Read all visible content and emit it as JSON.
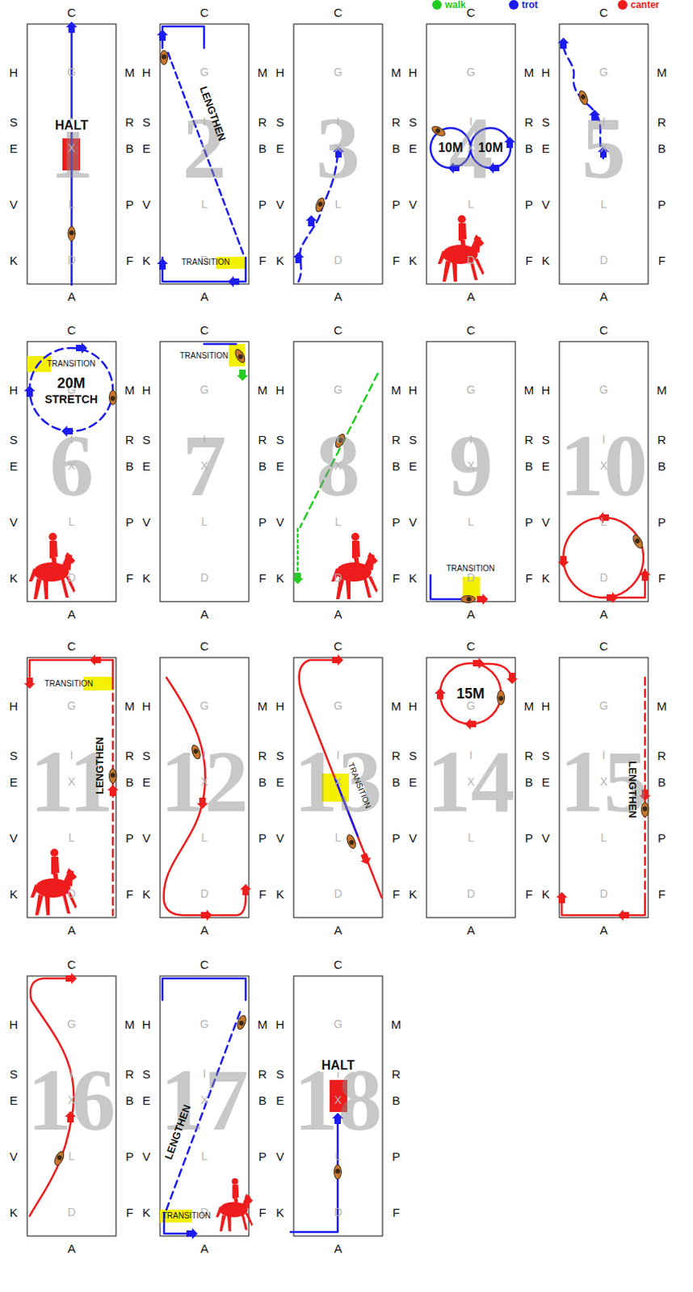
{
  "diagram": {
    "labels": [
      "1",
      "C",
      "A",
      "H",
      "S",
      "E",
      "V",
      "K",
      "M",
      "R",
      "B",
      "P",
      "F",
      "G",
      "I",
      "X",
      "L",
      "D",
      "HALT",
      "2",
      "C",
      "A",
      "H",
      "S",
      "E",
      "V",
      "K",
      "M",
      "R",
      "B",
      "P",
      "F",
      "G",
      "I",
      "X",
      "L",
      "D",
      "LENGTHEN",
      "TRANSITION",
      "3",
      "C",
      "A",
      "H",
      "S",
      "E",
      "V",
      "K",
      "M",
      "R",
      "B",
      "P",
      "F",
      "G",
      "I",
      "X",
      "L",
      "D",
      "4",
      "C",
      "A",
      "H",
      "S",
      "E",
      "V",
      "K",
      "M",
      "R",
      "B",
      "P",
      "F",
      "G",
      "I",
      "X",
      "L",
      "D",
      "10M",
      "10M",
      "5",
      "C",
      "A",
      "H",
      "S",
      "E",
      "V",
      "K",
      "M",
      "R",
      "B",
      "P",
      "F",
      "G",
      "I",
      "X",
      "L",
      "D",
      "6",
      "C",
      "A",
      "H",
      "S",
      "E",
      "V",
      "K",
      "M",
      "R",
      "B",
      "P",
      "F",
      "G",
      "I",
      "X",
      "L",
      "D",
      "TRANSITION",
      "20M",
      "STRETCH",
      "7",
      "C",
      "A",
      "H",
      "S",
      "E",
      "V",
      "K",
      "M",
      "R",
      "B",
      "P",
      "F",
      "G",
      "I",
      "X",
      "L",
      "D",
      "TRANSITION",
      "8",
      "C",
      "A",
      "H",
      "S",
      "E",
      "V",
      "K",
      "M",
      "R",
      "B",
      "P",
      "F",
      "G",
      "I",
      "X",
      "L",
      "D",
      "9",
      "C",
      "A",
      "H",
      "S",
      "E",
      "V",
      "K",
      "M",
      "R",
      "B",
      "P",
      "F",
      "G",
      "I",
      "X",
      "L",
      "D",
      "TRANSITION",
      "10",
      "C",
      "A",
      "H",
      "S",
      "E",
      "V",
      "K",
      "M",
      "R",
      "B",
      "P",
      "F",
      "G",
      "I",
      "X",
      "L",
      "D",
      "11",
      "C",
      "A",
      "H",
      "S",
      "E",
      "V",
      "K",
      "M",
      "R",
      "B",
      "P",
      "F",
      "G",
      "I",
      "X",
      "L",
      "D",
      "TRANSITION",
      "LENGTHEN",
      "12",
      "C",
      "A",
      "H",
      "S",
      "E",
      "V",
      "K",
      "M",
      "R",
      "B",
      "P",
      "F",
      "G",
      "I",
      "X",
      "L",
      "D",
      "13",
      "C",
      "A",
      "H",
      "S",
      "E",
      "V",
      "K",
      "M",
      "R",
      "B",
      "P",
      "F",
      "G",
      "I",
      "X",
      "L",
      "D",
      "TRANSITION",
      "14",
      "C",
      "A",
      "H",
      "S",
      "E",
      "V",
      "K",
      "M",
      "R",
      "B",
      "P",
      "F",
      "G",
      "I",
      "X",
      "L",
      "D",
      "15M",
      "15",
      "C",
      "A",
      "H",
      "S",
      "E",
      "V",
      "K",
      "M",
      "R",
      "B",
      "P",
      "F",
      "G",
      "I",
      "X",
      "L",
      "D",
      "LENGTHEN",
      "16",
      "C",
      "A",
      "H",
      "S",
      "E",
      "V",
      "K",
      "M",
      "R",
      "B",
      "P",
      "F",
      "G",
      "I",
      "X",
      "L",
      "D",
      "17",
      "C",
      "A",
      "H",
      "S",
      "E",
      "V",
      "K",
      "M",
      "R",
      "B",
      "P",
      "F",
      "G",
      "I",
      "X",
      "L",
      "D",
      "LENGTHEN",
      "TRANSITION",
      "18",
      "C",
      "A",
      "H",
      "S",
      "E",
      "V",
      "K",
      "M",
      "R",
      "B",
      "P",
      "F",
      "G",
      "I",
      "X",
      "L",
      "D",
      "HALT"
    ],
    "legend": [
      {
        "text": "walk",
        "color": "#22cc22"
      },
      {
        "text": "trot",
        "color": "#1c1cf0"
      },
      {
        "text": "canter",
        "color": "#ee1c1c"
      }
    ]
  }
}
